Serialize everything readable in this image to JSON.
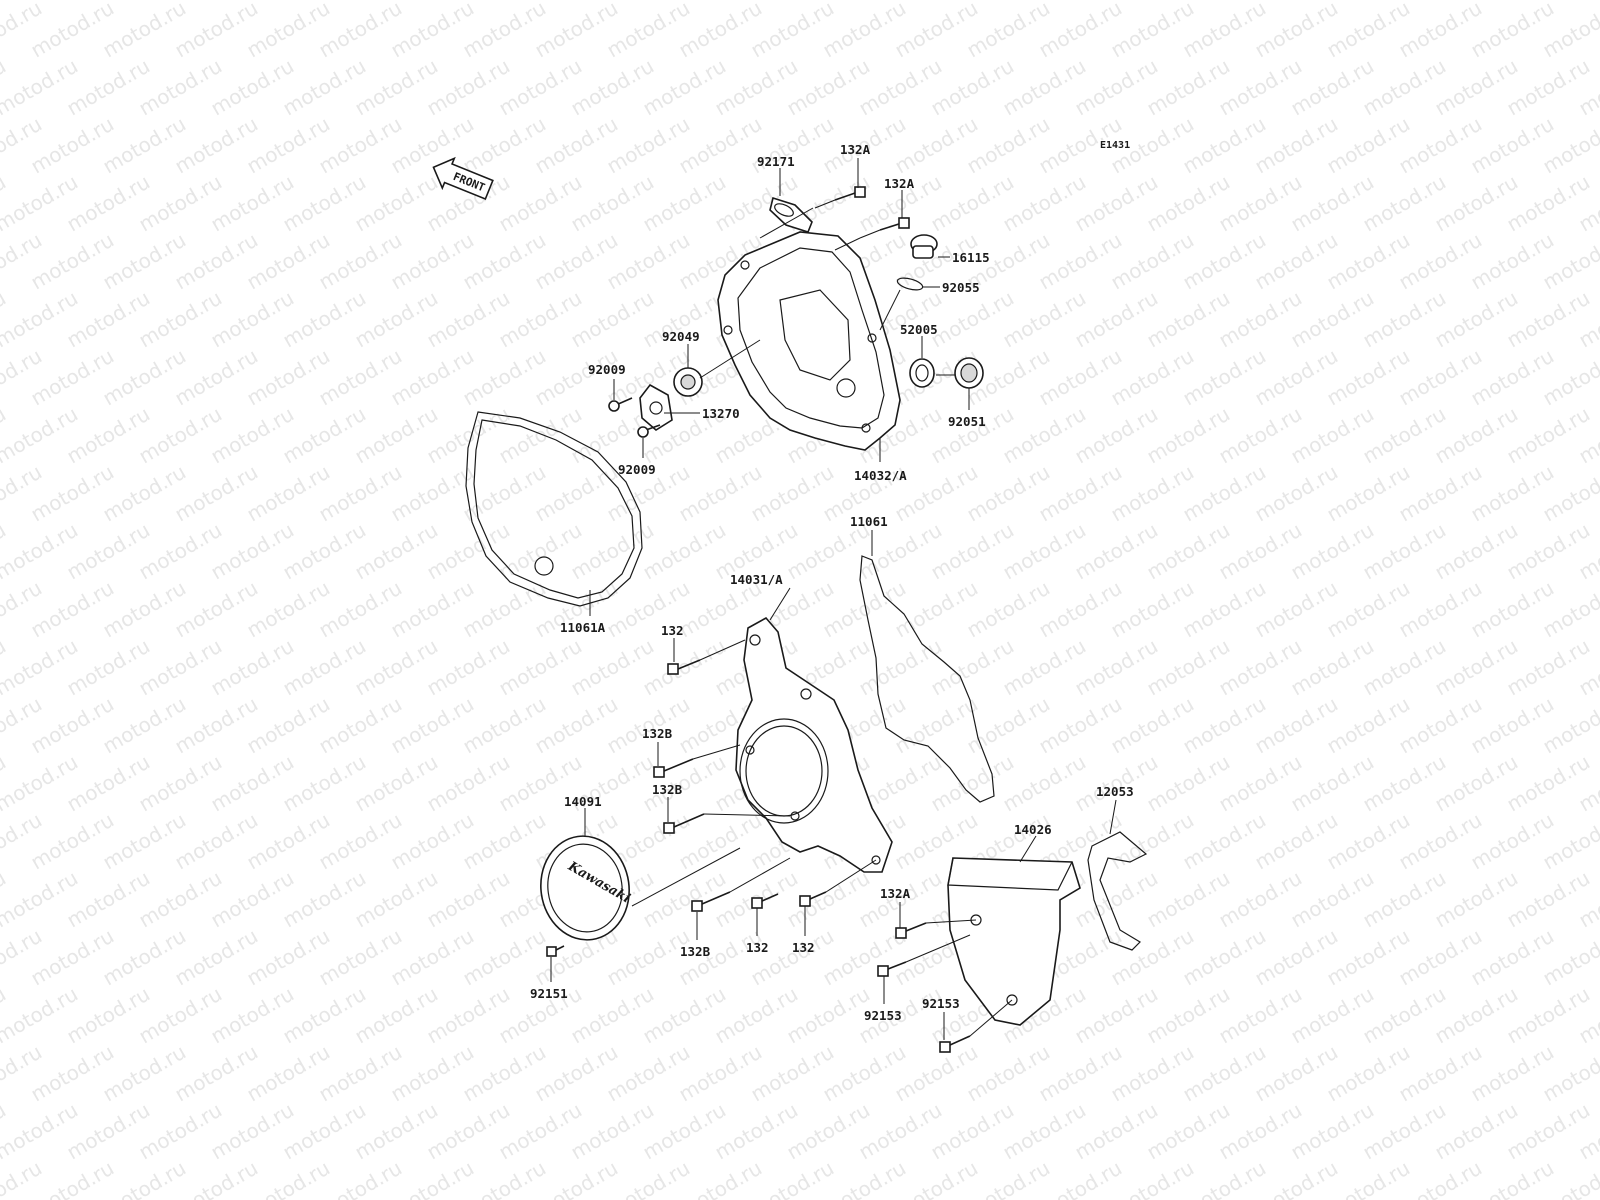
{
  "watermark": "motod.ru",
  "diagram_code": "E1431",
  "front_label": "FRONT",
  "logo_text": "Kawasaki",
  "callouts": {
    "p92171": "92171",
    "p132a_1": "132A",
    "p132a_2": "132A",
    "p16115": "16115",
    "p92055": "92055",
    "p52005": "52005",
    "p92049": "92049",
    "p92009_1": "92009",
    "p13270": "13270",
    "p92009_2": "92009",
    "p92051": "92051",
    "p14032a": "14032/A",
    "p11061": "11061",
    "p11061a": "11061A",
    "p14031a": "14031/A",
    "p132_1": "132",
    "p132b_1": "132B",
    "p132b_2": "132B",
    "p14091": "14091",
    "p12053": "12053",
    "p14026": "14026",
    "p132a_3": "132A",
    "p132b_3": "132B",
    "p132_2": "132",
    "p132_3": "132",
    "p92151": "92151",
    "p92153_1": "92153",
    "p92153_2": "92153"
  }
}
